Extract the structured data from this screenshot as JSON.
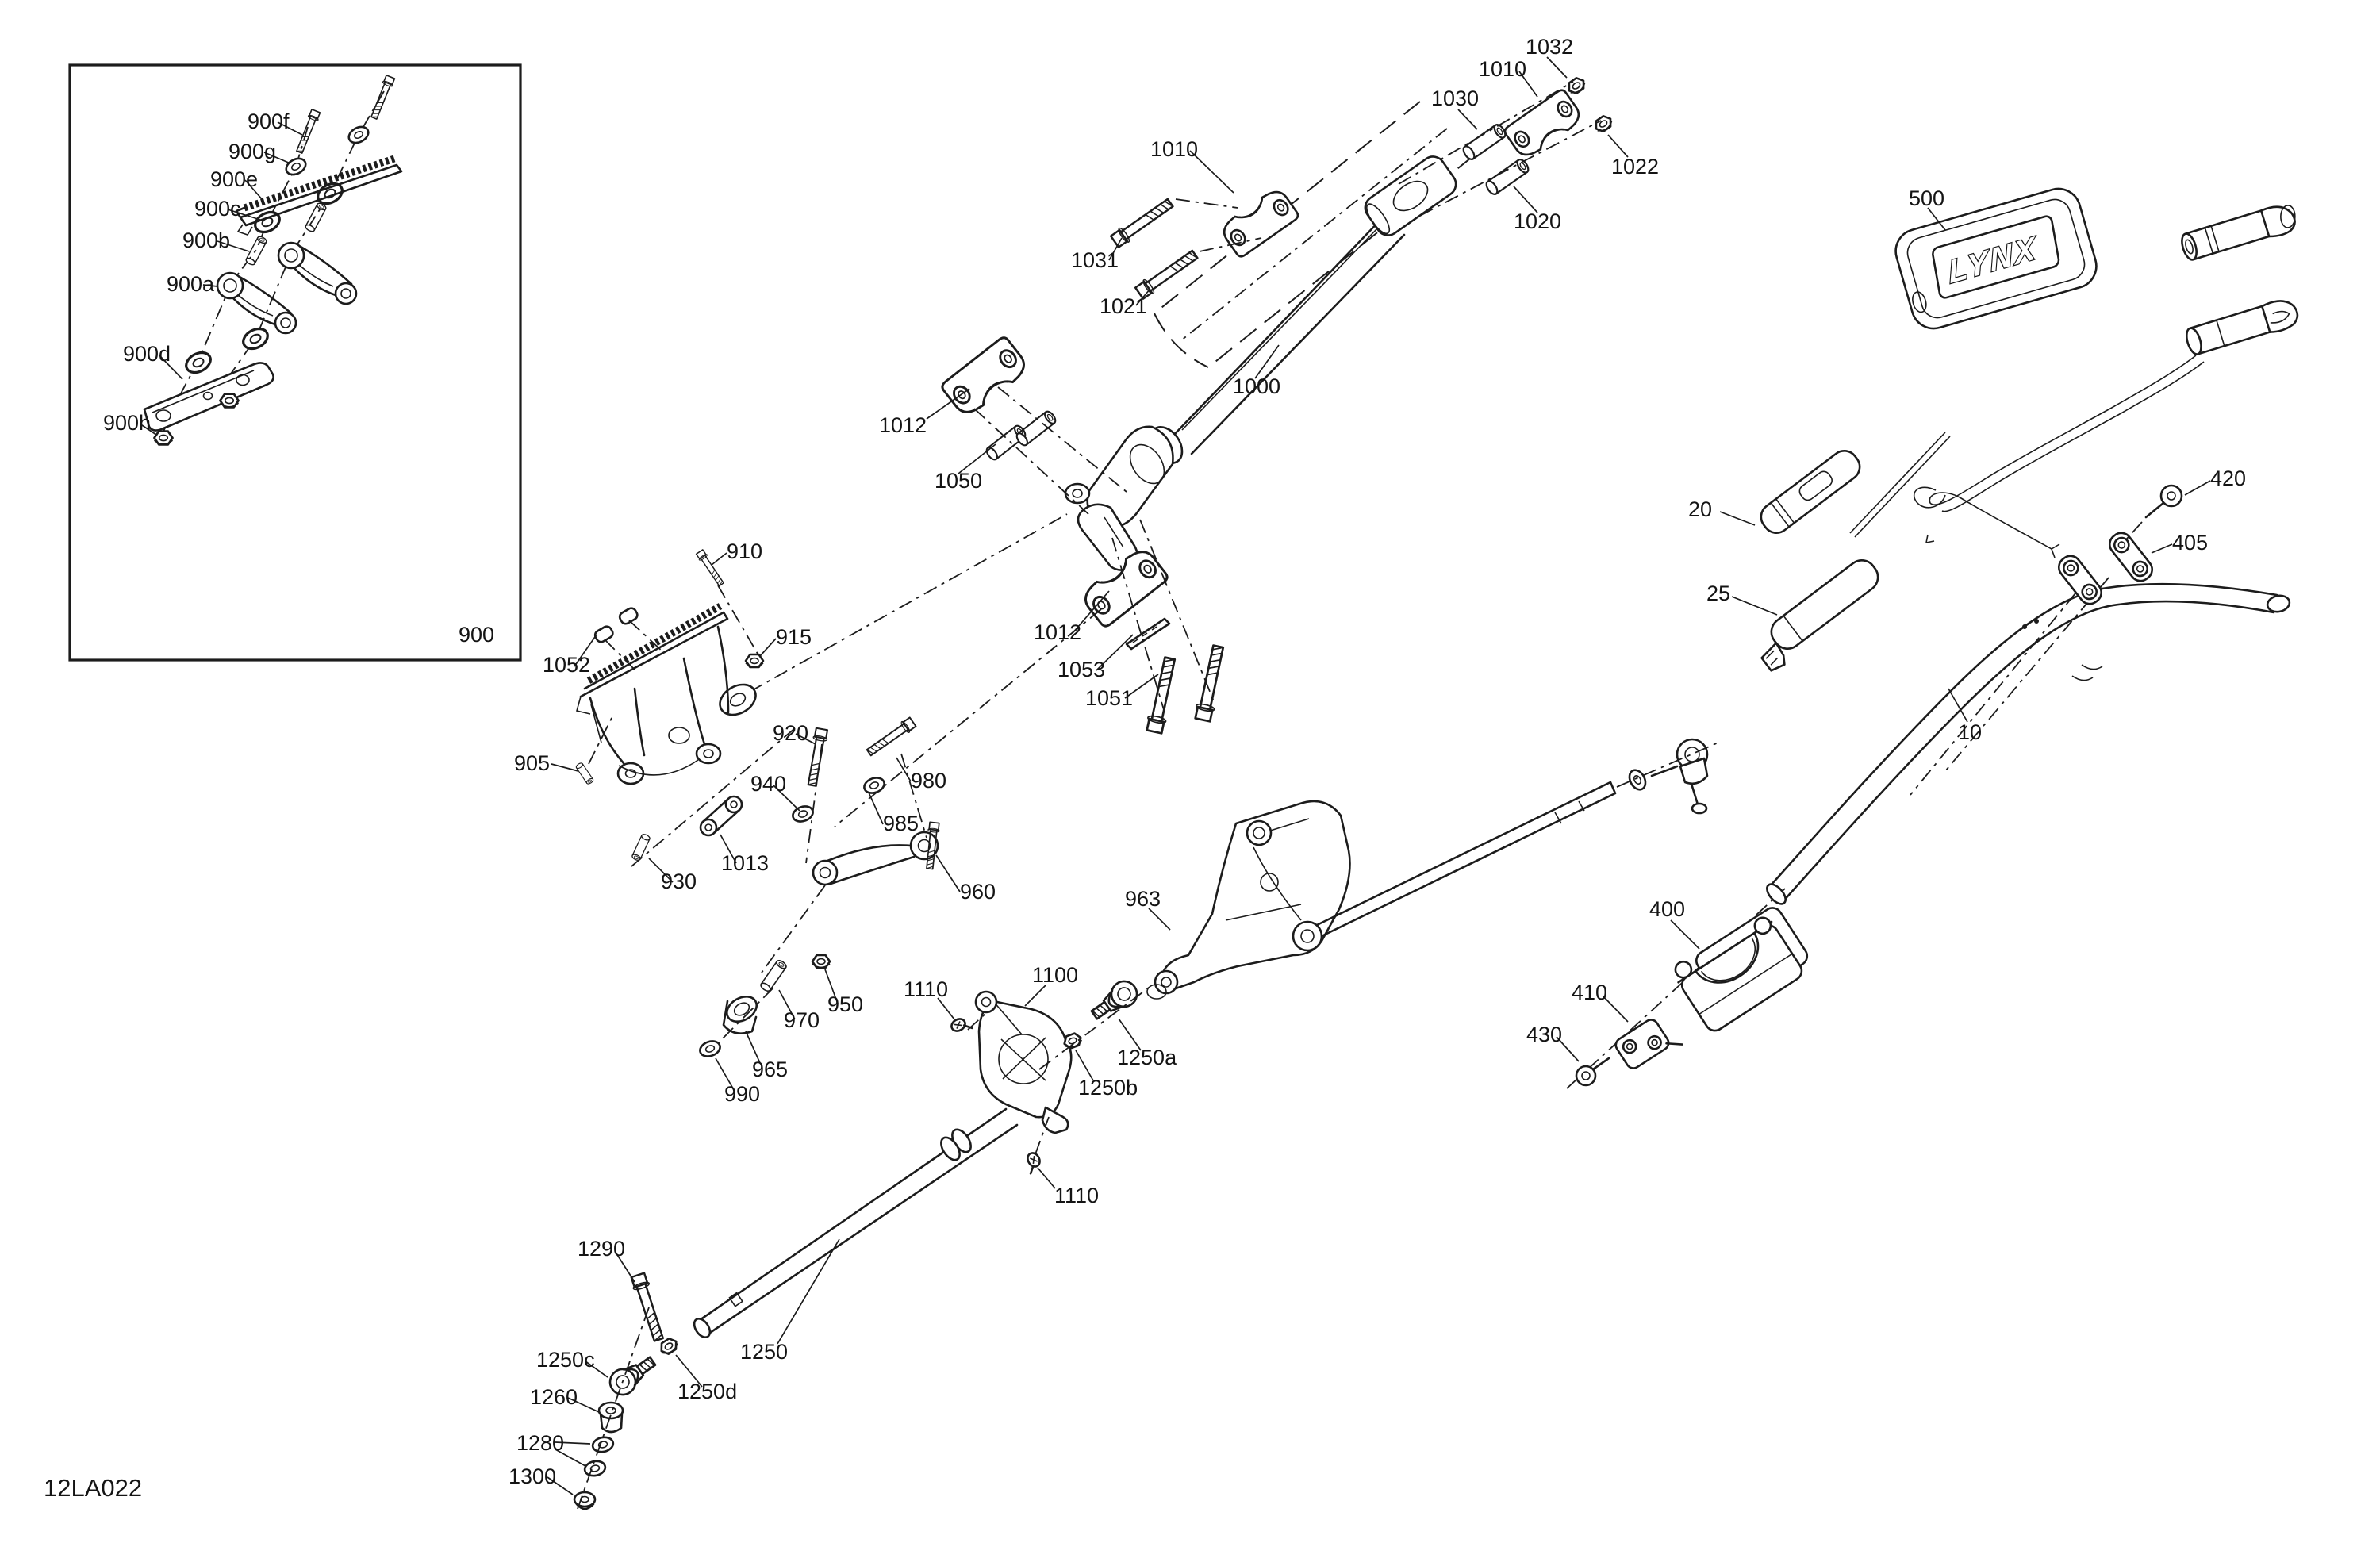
{
  "diagram": {
    "code": "12LA022",
    "brand_logo": "LYNX",
    "type": "exploded-parts-diagram"
  },
  "colors": {
    "ink": "#1c1c1c",
    "paper": "#ffffff"
  },
  "labels": {
    "900": "900",
    "900a": "900a",
    "900b": "900b",
    "900c": "900c",
    "900d": "900d",
    "900e": "900e",
    "900f": "900f",
    "900g": "900g",
    "900h": "900h",
    "905": "905",
    "910": "910",
    "915": "915",
    "920": "920",
    "930": "930",
    "940": "940",
    "950": "950",
    "960": "960",
    "963": "963",
    "965": "965",
    "970": "970",
    "980": "980",
    "985": "985",
    "990": "990",
    "1000": "1000",
    "1010": "1010",
    "1012": "1012",
    "1013": "1013",
    "1020": "1020",
    "1021": "1021",
    "1022": "1022",
    "1030": "1030",
    "1031": "1031",
    "1032": "1032",
    "1050": "1050",
    "1051": "1051",
    "1052": "1052",
    "1053": "1053",
    "1100": "1100",
    "1110": "1110",
    "1250": "1250",
    "1250a": "1250a",
    "1250b": "1250b",
    "1250c": "1250c",
    "1250d": "1250d",
    "1260": "1260",
    "1280": "1280",
    "1290": "1290",
    "1300": "1300",
    "10": "10",
    "20": "20",
    "25": "25",
    "400": "400",
    "405": "405",
    "410": "410",
    "420": "420",
    "430": "430",
    "500": "500"
  }
}
